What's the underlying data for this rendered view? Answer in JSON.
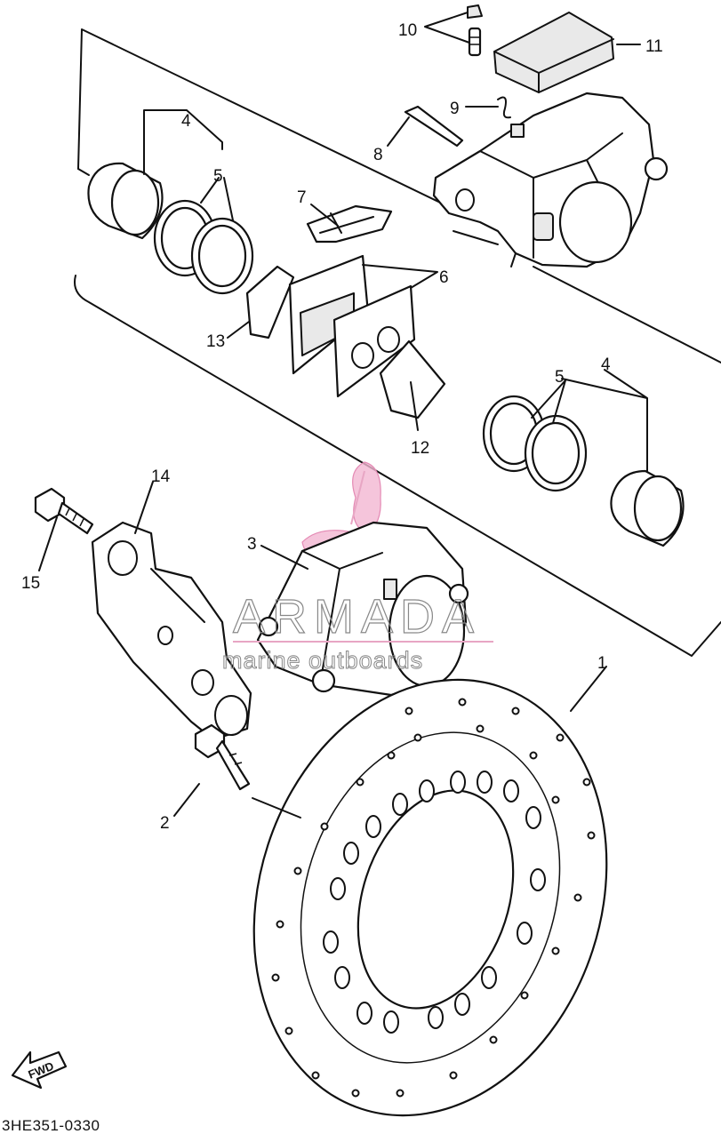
{
  "diagram": {
    "drawing_code": "3HE351-0330",
    "direction_arrow_label": "FWD",
    "callouts": [
      "1",
      "2",
      "3",
      "4",
      "4",
      "5",
      "5",
      "6",
      "7",
      "8",
      "9",
      "10",
      "11",
      "12",
      "13",
      "14",
      "15"
    ],
    "watermark": {
      "brand": "ARMADA",
      "tagline": "marine outboards",
      "accent_color": "#e8a6c4"
    }
  }
}
